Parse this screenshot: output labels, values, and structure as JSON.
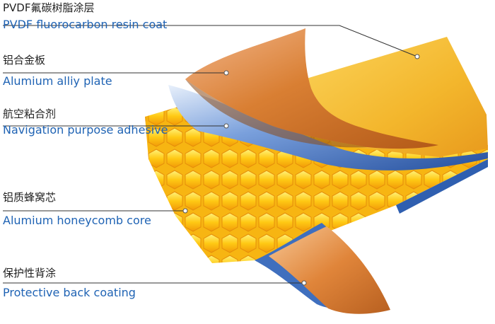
{
  "colors": {
    "english_label": "#1f63b4",
    "chinese_label": "#222222",
    "leader_line": "#333333",
    "resin_coat": "#f5c43a",
    "aluminum_plate": "#e6a060",
    "adhesive": "#3f73c4",
    "honeycomb": "#ffd21a",
    "back_coating": "#e9a35a"
  },
  "layers": [
    {
      "id": "resin",
      "cn": "PVDF氟碳树脂涂层",
      "en": "PVDF fluorocarbon resin coat"
    },
    {
      "id": "plate",
      "cn": "铝合金板",
      "en": "Alumium alliy plate"
    },
    {
      "id": "adhesive",
      "cn": "航空粘合剂",
      "en": "Navigation purpose adhesive"
    },
    {
      "id": "core",
      "cn": "铝质蜂窝芯",
      "en": "Alumium honeycomb core"
    },
    {
      "id": "back",
      "cn": "保护性背涂",
      "en": "Protective back coating"
    }
  ]
}
